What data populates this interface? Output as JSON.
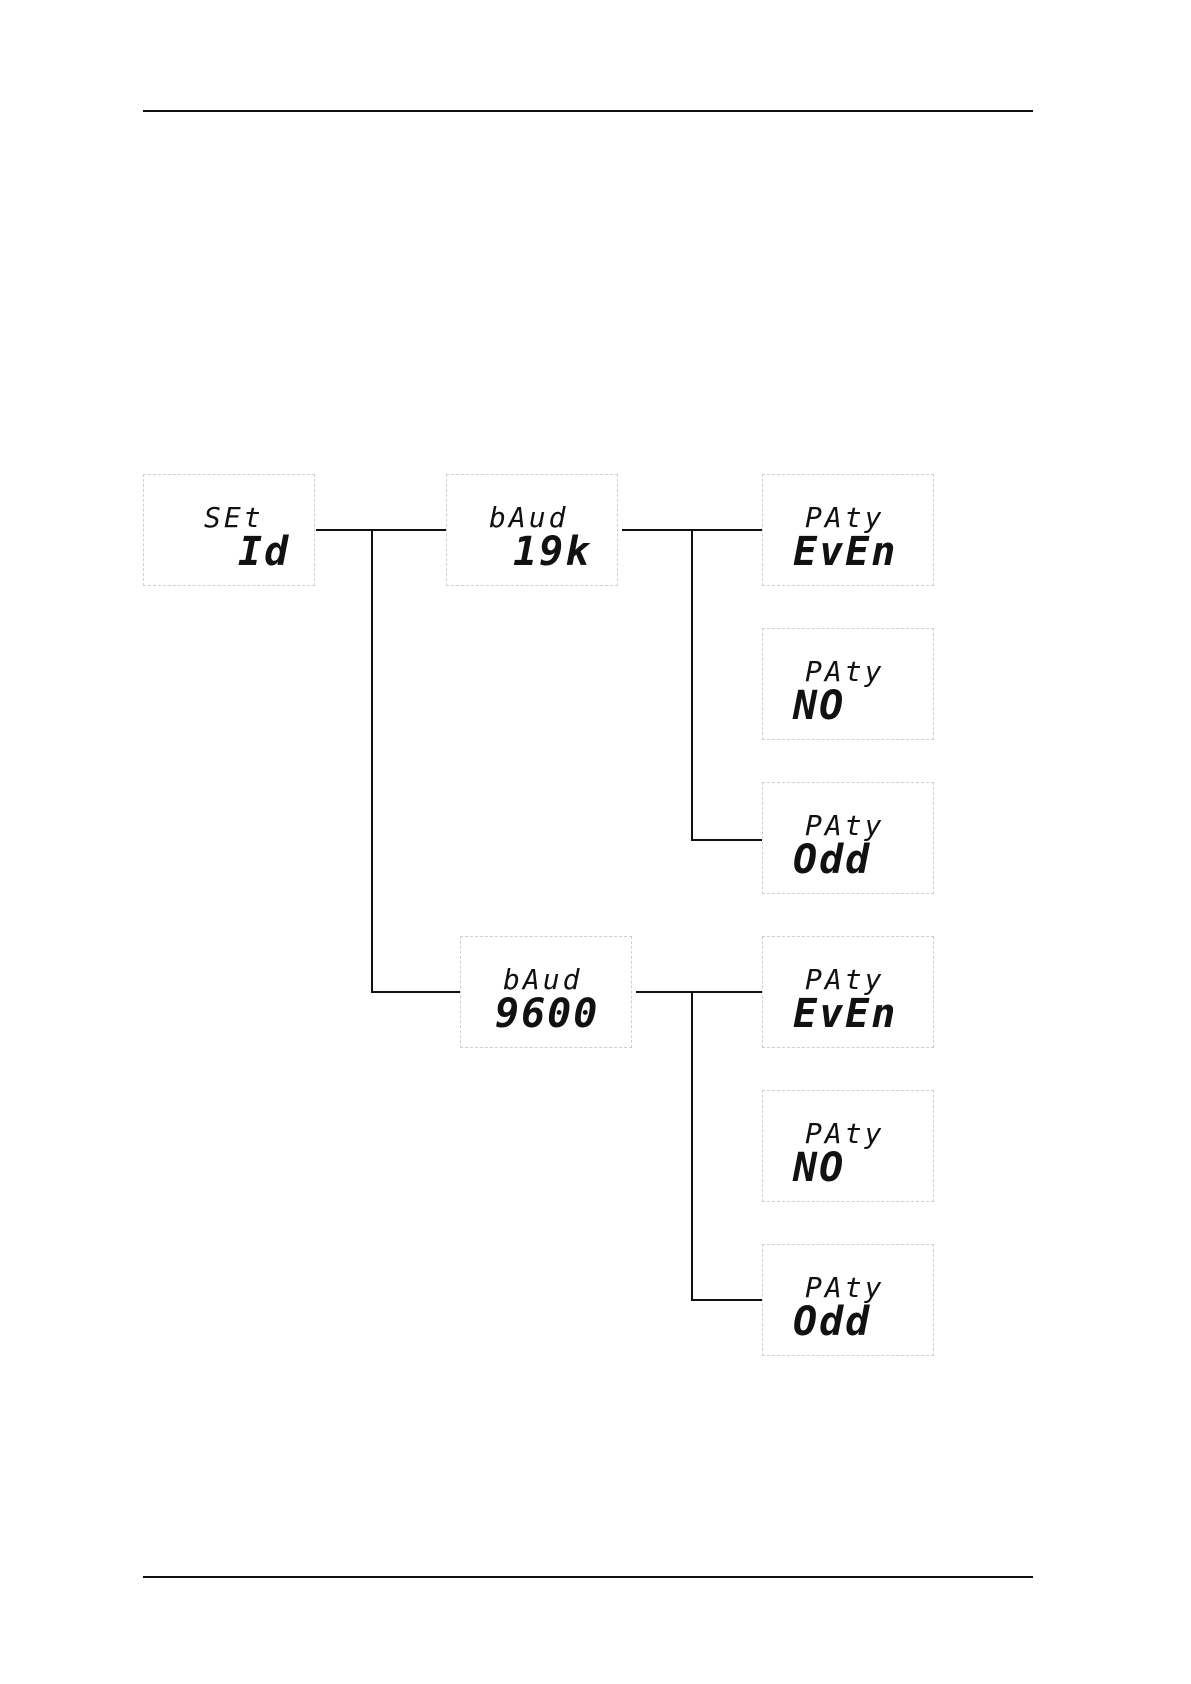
{
  "diagram": {
    "root": {
      "line1": "SEt",
      "line2": "Id"
    },
    "baud_options": [
      {
        "line1": "bAud",
        "line2": "19k",
        "parity_options": [
          {
            "line1": "PAty",
            "line2": "EvEn"
          },
          {
            "line1": "PAty",
            "line2": "NO"
          },
          {
            "line1": "PAty",
            "line2": "Odd"
          }
        ]
      },
      {
        "line1": "bAud",
        "line2": "9600",
        "parity_options": [
          {
            "line1": "PAty",
            "line2": "EvEn"
          },
          {
            "line1": "PAty",
            "line2": "NO"
          },
          {
            "line1": "PAty",
            "line2": "Odd"
          }
        ]
      }
    ]
  }
}
